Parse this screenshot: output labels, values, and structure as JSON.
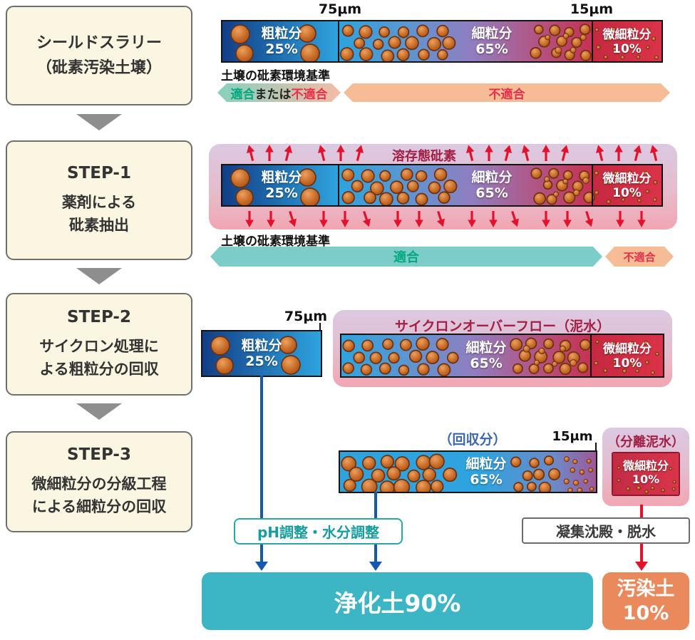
{
  "source": {
    "line1": "シールドスラリー",
    "line2": "（砒素汚染土壌）"
  },
  "steps": [
    {
      "title": "STEP-1",
      "line1": "薬剤による",
      "line2": "砒素抽出"
    },
    {
      "title": "STEP-2",
      "line1": "サイクロン処理に",
      "line2": "よる粗粒分の回収"
    },
    {
      "title": "STEP-3",
      "line1": "微細粒分の分級工程",
      "line2": "による細粒分の回収"
    }
  ],
  "labels": {
    "um75": "75μm",
    "um15": "15μm",
    "soil_standard": "土壌の砒素環境基準",
    "ok": "適合",
    "or_word": "または",
    "ng": "不適合",
    "dissolved_arsenic": "溶存態砒素",
    "cyclone_overflow": "サイクロンオーバーフロー（泥水）",
    "recovered": "（回収分）",
    "separated": "（分離泥水）",
    "ph_adjust": "pH調整・水分調整",
    "coagulation": "凝集沈殿・脱水"
  },
  "fractions": {
    "coarse": {
      "name": "粗粒分",
      "pct": "25%"
    },
    "fine": {
      "name": "細粒分",
      "pct": "65%"
    },
    "ultrafine": {
      "name": "微細粒分",
      "pct": "10%"
    }
  },
  "outputs": {
    "clean": "浄化土90%",
    "contaminated_name": "汚染土",
    "contaminated_pct": "10%"
  },
  "colors": {
    "clean_soil_teal": "#3CB5C5",
    "contaminated_orange": "#EA8A5C",
    "flow_blue": "#1559AE",
    "flow_red": "#E4112B",
    "ok_green": "#00A97D",
    "ng_red": "#E8304C",
    "note_dark_red": "#A21F45",
    "note_blue": "#3B67B1",
    "bar_blue": "#2EA3DE",
    "bar_red": "#D03048"
  }
}
